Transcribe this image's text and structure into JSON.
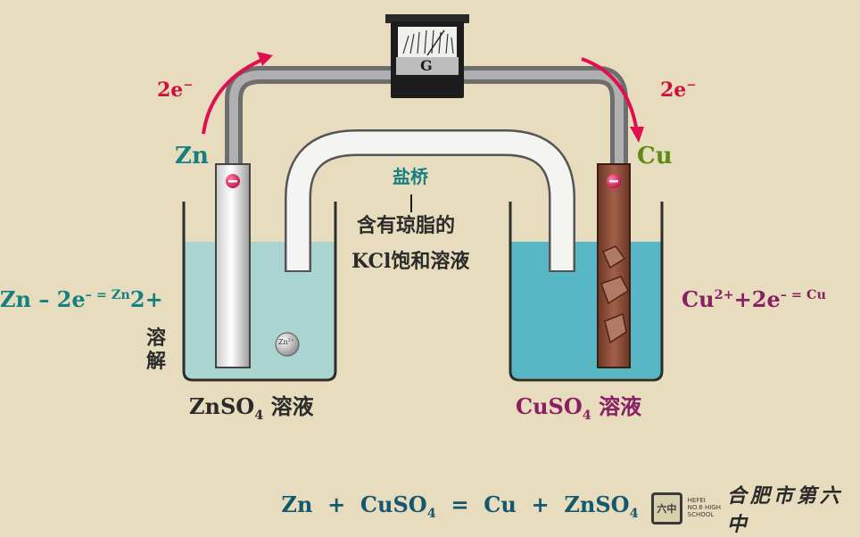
{
  "labels": {
    "zn_electrode": "Zn",
    "cu_electrode": "Cu",
    "electrons": "2e",
    "minus_sign": "−",
    "galvanometer": "G",
    "zn_ion": "Zn",
    "ion_charge": "2+",
    "salt_bridge": "盐桥",
    "bridge_desc_line1": "含有琼脂的",
    "bridge_desc_line2": "KCl饱和溶液",
    "dissolve_char1": "溶",
    "dissolve_char2": "解",
    "znso4_a": "ZnSO",
    "znso4_sub": "4",
    "znso4_b": " 溶液",
    "cuso4_a": "CuSO",
    "cuso4_sub": "4",
    "cuso4_b": " 溶液"
  },
  "equations": {
    "anode_a": "Zn – 2e",
    "anode_b": "– = Zn",
    "anode_c": "2+",
    "cathode_a": "Cu",
    "cathode_b": "2+",
    "cathode_c": "+2e",
    "cathode_d": "– = Cu",
    "overall_a": "Zn  +  CuSO",
    "overall_b": "4",
    "overall_c": "  =  Cu  +  ZnSO",
    "overall_d": "4"
  },
  "school": {
    "logo_text": "六中",
    "english": "HEFEI NO.6 HIGH SCHOOL",
    "chinese": "合肥市第六中"
  },
  "colors": {
    "background": "#e7dcbd",
    "teal_label": "#167f82",
    "red_label": "#d0103c",
    "green_label": "#5e8a16",
    "purple_label": "#8a1f63",
    "left_solution": "#a9d4cf",
    "right_solution": "#58b7c5",
    "copper": "#8a4a35",
    "wire": "#8a8a8a"
  }
}
